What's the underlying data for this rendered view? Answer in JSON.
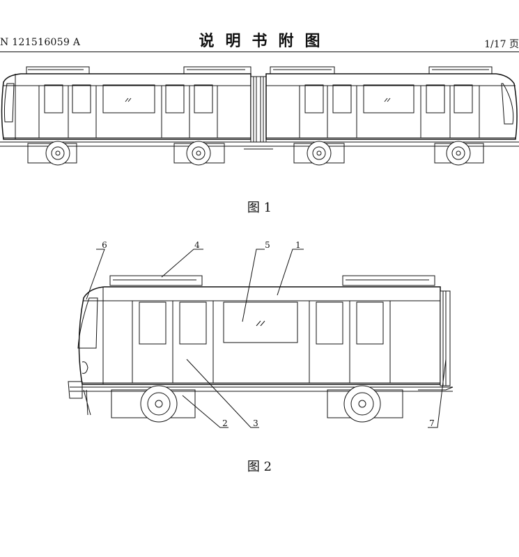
{
  "header": {
    "left": "N 121516059 A",
    "title": "说明书附图",
    "right": "1/17 页"
  },
  "figures": [
    {
      "caption": "图 1"
    },
    {
      "caption": "图 2",
      "labels": [
        "1",
        "2",
        "3",
        "4",
        "5",
        "6",
        "7"
      ]
    }
  ]
}
